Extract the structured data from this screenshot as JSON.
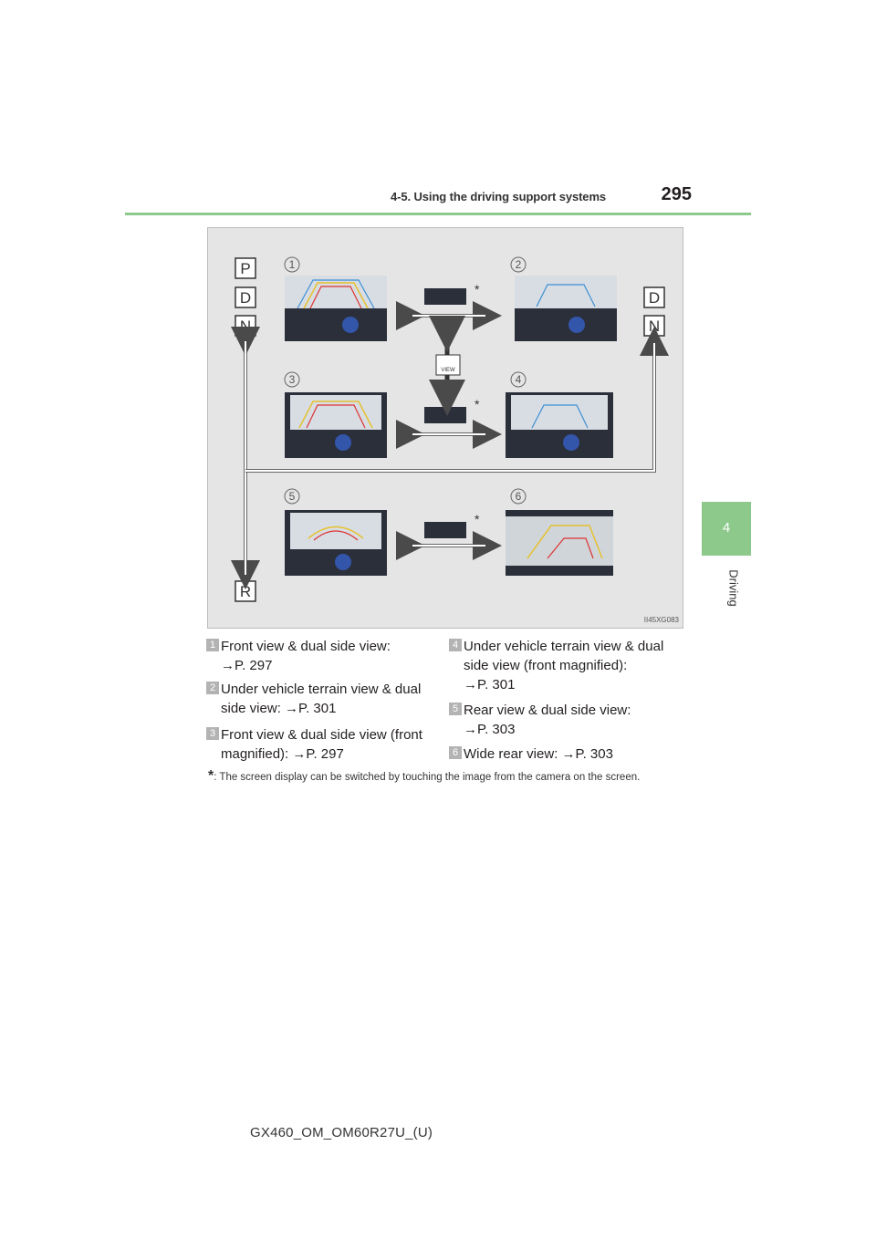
{
  "header": {
    "section": "4-5. Using the driving support systems",
    "page_number": "295"
  },
  "side_tab": {
    "chapter_number": "4",
    "chapter_label": "Driving"
  },
  "figure": {
    "code": "II45XG083",
    "gear_labels": {
      "p": "P",
      "d": "D",
      "n": "N",
      "r": "R"
    },
    "view_button": "VIEW",
    "asterisk": "*",
    "callouts": [
      "1",
      "2",
      "3",
      "4",
      "5",
      "6"
    ]
  },
  "legend": [
    {
      "num": "1",
      "line1": "Front view & dual side view:",
      "line2": "→P. 297"
    },
    {
      "num": "2",
      "line1": "Under vehicle terrain view & dual",
      "line2": "side view: →P. 301"
    },
    {
      "num": "3",
      "line1": "Front view & dual side view (front",
      "line2": "magnified): →P. 297"
    },
    {
      "num": "4",
      "line1": "Under vehicle terrain view & dual",
      "line2": "side view (front magnified):",
      "line3": "→P. 301"
    },
    {
      "num": "5",
      "line1": "Rear view & dual side view:",
      "line2": "→P. 303"
    },
    {
      "num": "6",
      "line1": "Wide rear view: →P. 303"
    }
  ],
  "note": {
    "mark": "*",
    "text": ": The screen display can be switched by touching the image from the camera on the screen."
  },
  "footer": "GX460_OM_OM60R27U_(U)"
}
